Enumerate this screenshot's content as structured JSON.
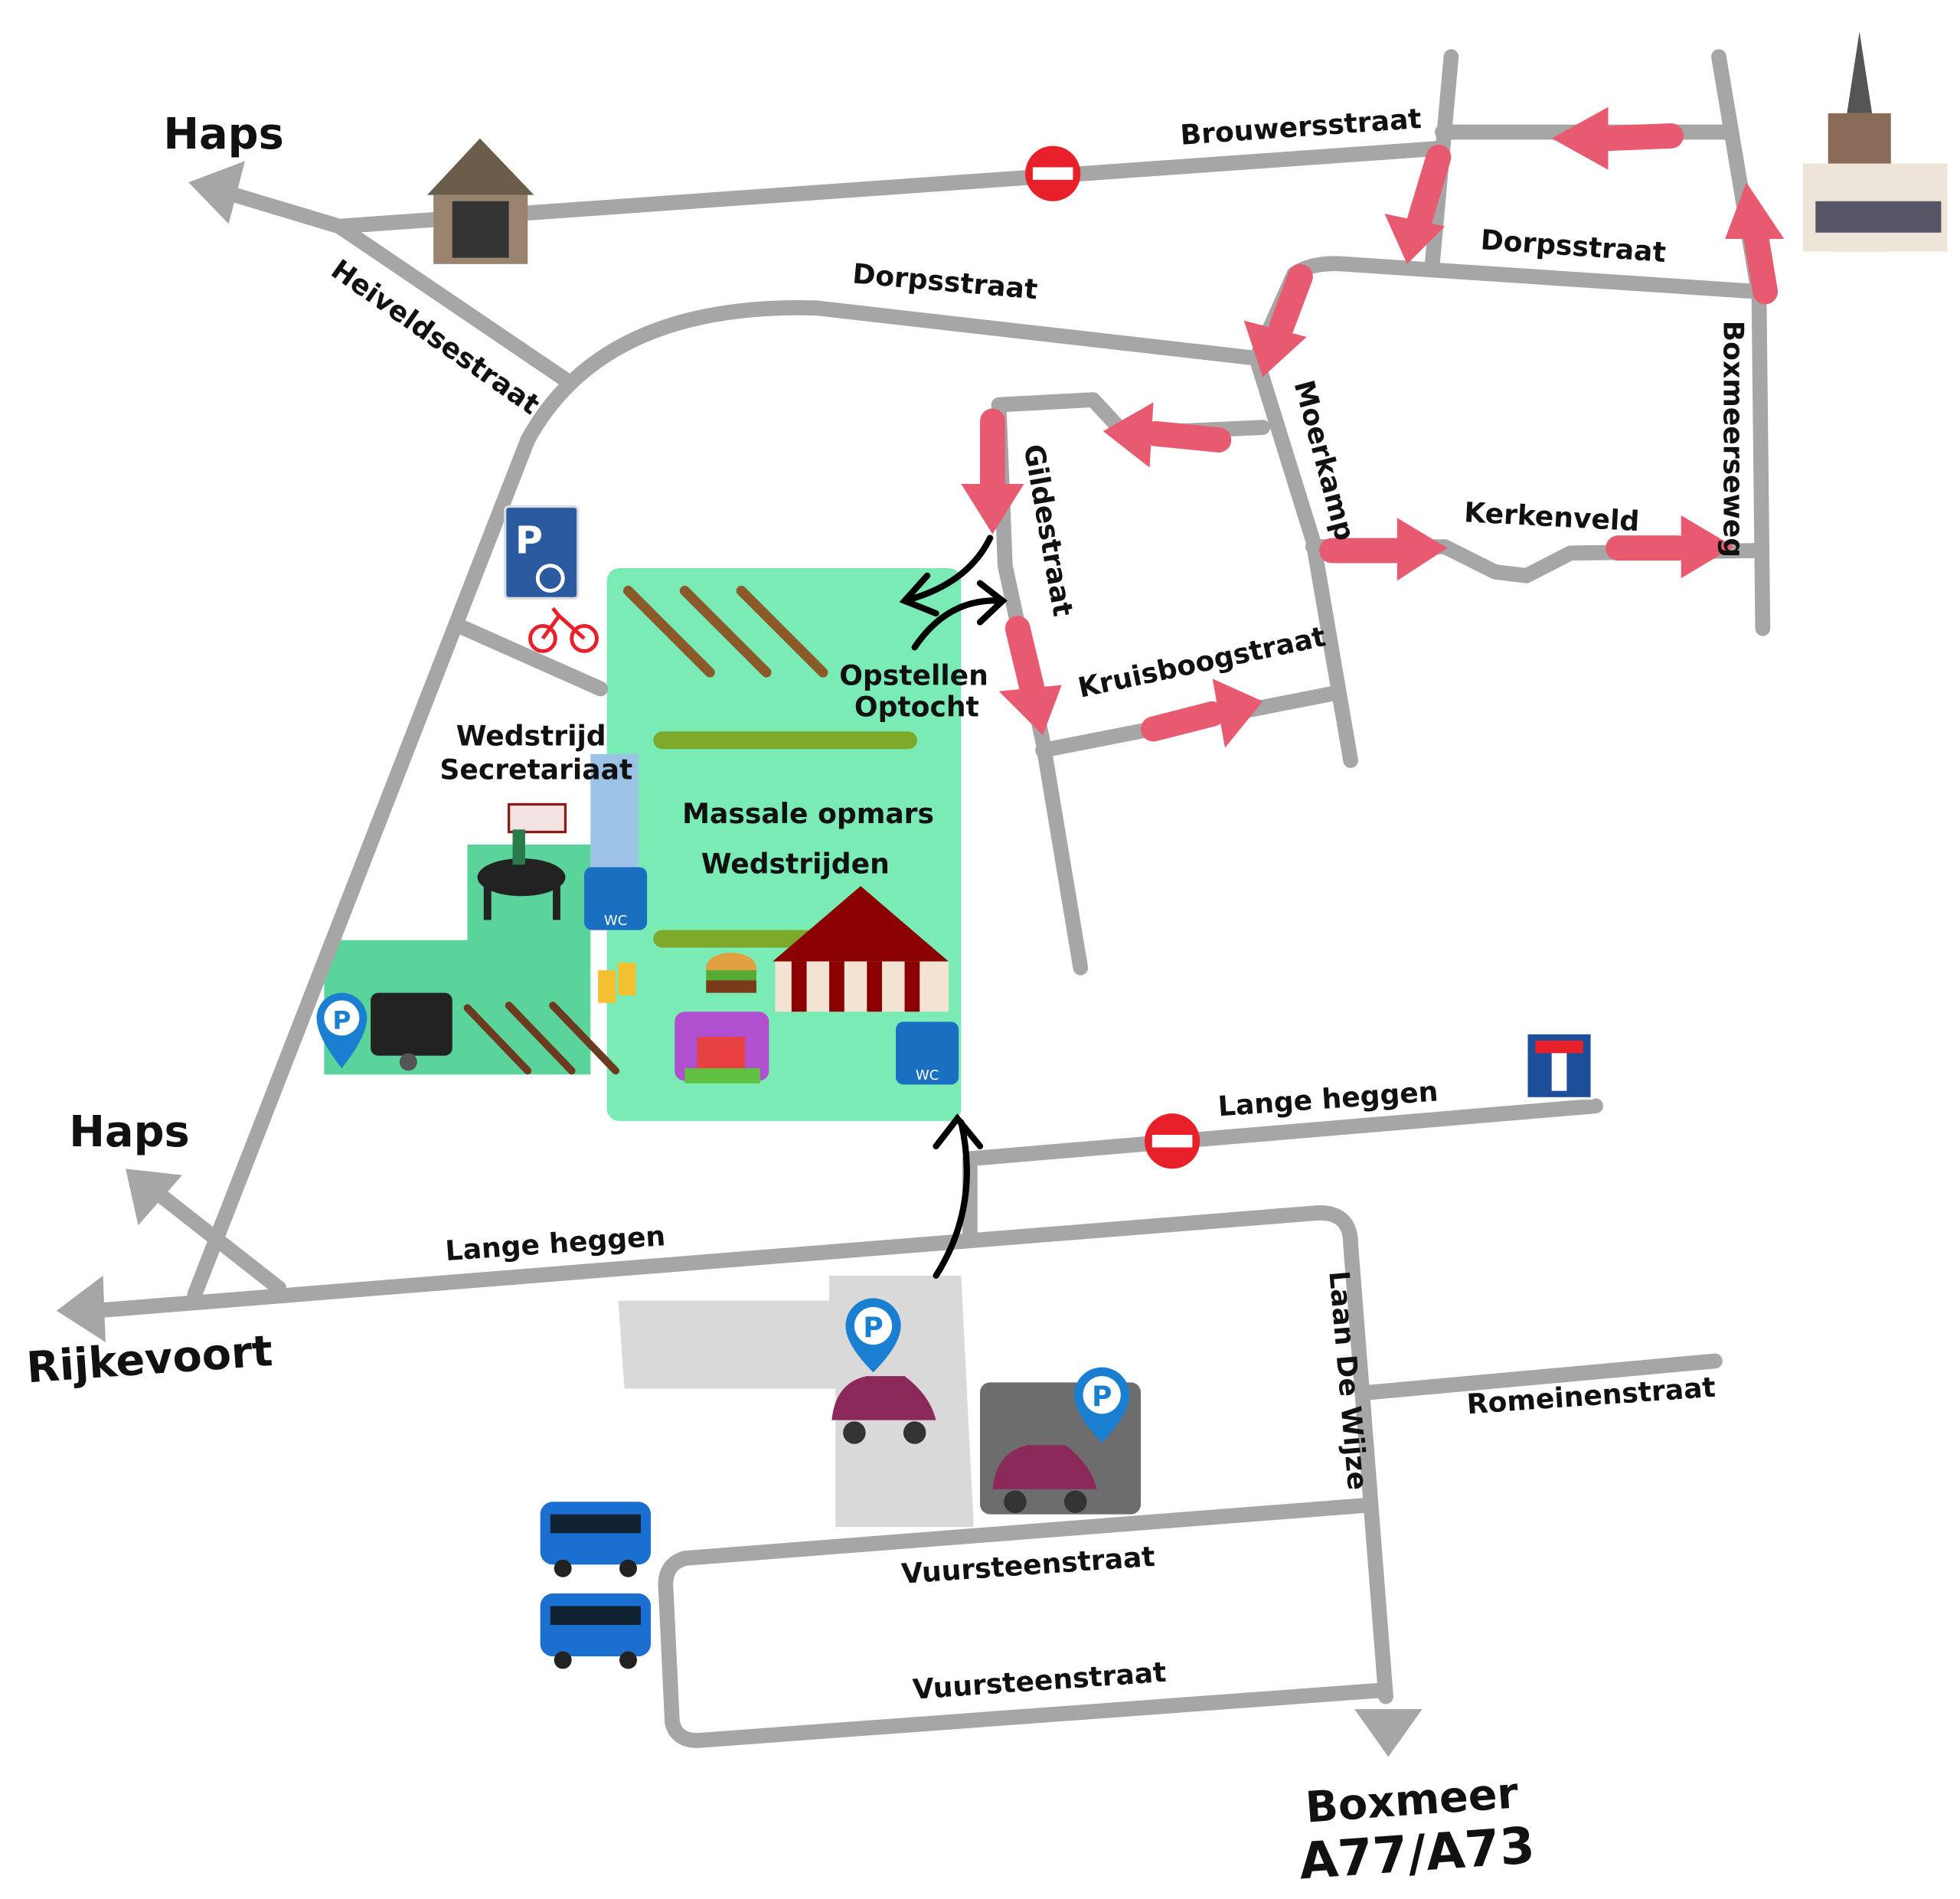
{
  "places": {
    "haps_top": "Haps",
    "haps_bottom": "Haps",
    "rijkevoort": "Rijkevoort",
    "boxmeer": "Boxmeer",
    "highway": "A77/A73"
  },
  "streets": {
    "brouwersstraat": "Brouwersstraat",
    "dorpsstraat_left": "Dorpsstraat",
    "dorpsstraat_right": "Dorpsstraat",
    "heiveldsestraat": "Heiveldsestraat",
    "moerkamp": "Moerkamp",
    "boxmeerseweg": "Boxmeerseweg",
    "kerkenveld": "Kerkenveld",
    "gildestraat": "Gildestraat",
    "kruisboogstraat": "Kruisboogstraat",
    "lange_heggen_upper": "Lange heggen",
    "lange_heggen_lower": "Lange heggen",
    "laan_de_wijze": "Laan De Wijze",
    "romeinenstraat": "Romeinenstraat",
    "vuursteenstraat_upper": "Vuursteenstraat",
    "vuursteenstraat_lower": "Vuursteenstraat"
  },
  "areas": {
    "opstellen_line1": "Opstellen",
    "opstellen_line2": "Optocht",
    "main_line1": "Massale opmars",
    "main_line2": "Wedstrijden",
    "secretariaat_line1": "Wedstrijd",
    "secretariaat_line2": "Secretariaat"
  },
  "icons": {
    "parking": "P",
    "toilet": "WC",
    "dead_end": "T"
  },
  "colors": {
    "road": "#a6a6a6",
    "route": "#e85a70",
    "event_area": "#7aebb5",
    "event_area_dark": "#5ad49b",
    "parking_pin": "#1a7fd0",
    "sign_blue": "#1d4e99",
    "no_entry": "#e8202a"
  }
}
